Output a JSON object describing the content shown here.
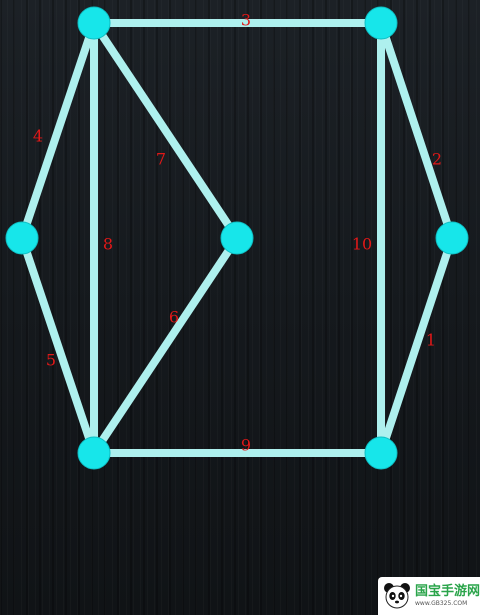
{
  "puzzle": {
    "nodes": [
      {
        "id": "top-left"
      },
      {
        "id": "top-right"
      },
      {
        "id": "left"
      },
      {
        "id": "center"
      },
      {
        "id": "right"
      },
      {
        "id": "bottom-left"
      },
      {
        "id": "bottom-right"
      }
    ],
    "edges": [
      {
        "label": "3",
        "from": "top-left",
        "to": "top-right"
      },
      {
        "label": "4",
        "from": "top-left",
        "to": "left"
      },
      {
        "label": "7",
        "from": "top-left",
        "to": "center"
      },
      {
        "label": "8",
        "from": "top-left",
        "to": "bottom-left"
      },
      {
        "label": "2",
        "from": "top-right",
        "to": "right"
      },
      {
        "label": "10",
        "from": "top-right",
        "to": "bottom-right"
      },
      {
        "label": "5",
        "from": "left",
        "to": "bottom-left"
      },
      {
        "label": "6",
        "from": "center",
        "to": "bottom-left"
      },
      {
        "label": "1",
        "from": "right",
        "to": "bottom-right"
      },
      {
        "label": "9",
        "from": "bottom-left",
        "to": "bottom-right"
      }
    ],
    "colors": {
      "node": "#17e6ea",
      "edge": "#aef0ee",
      "label": "#e11818"
    }
  },
  "watermark": {
    "title": "国宝手游网",
    "url": "www.GB325.COM",
    "icon": "panda-icon"
  }
}
